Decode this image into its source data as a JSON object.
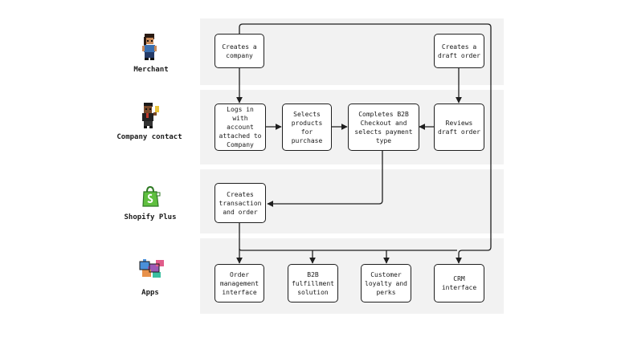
{
  "actors": {
    "merchant": "Merchant",
    "company_contact": "Company contact",
    "shopify_plus": "Shopify Plus",
    "apps": "Apps"
  },
  "nodes": {
    "creates_company": "Creates a\ncompany",
    "creates_draft_order": "Creates a\ndraft order",
    "logs_in": "Logs in with\naccount\nattached to\nCompany",
    "selects_products": "Selects\nproducts for\npurchase",
    "completes_checkout": "Completes B2B\nCheckout and\nselects payment\ntype",
    "reviews_draft_order": "Reviews\ndraft order",
    "creates_transaction": "Creates\ntransaction\nand order",
    "order_management": "Order\nmanagement\ninterface",
    "b2b_fulfillment": "B2B\nfulfillment\nsolution",
    "customer_loyalty": "Customer\nloyalty and\nperks",
    "crm_interface": "CRM\ninterface"
  },
  "icons": {
    "merchant": "merchant-avatar-icon",
    "company_contact": "company-contact-avatar-icon",
    "shopify_plus": "shopify-bag-icon",
    "apps": "puzzle-pieces-icon"
  },
  "colors": {
    "lane": "#f2f2f2",
    "stroke": "#1f1f1f",
    "shopify_green": "#5fbf3f"
  }
}
